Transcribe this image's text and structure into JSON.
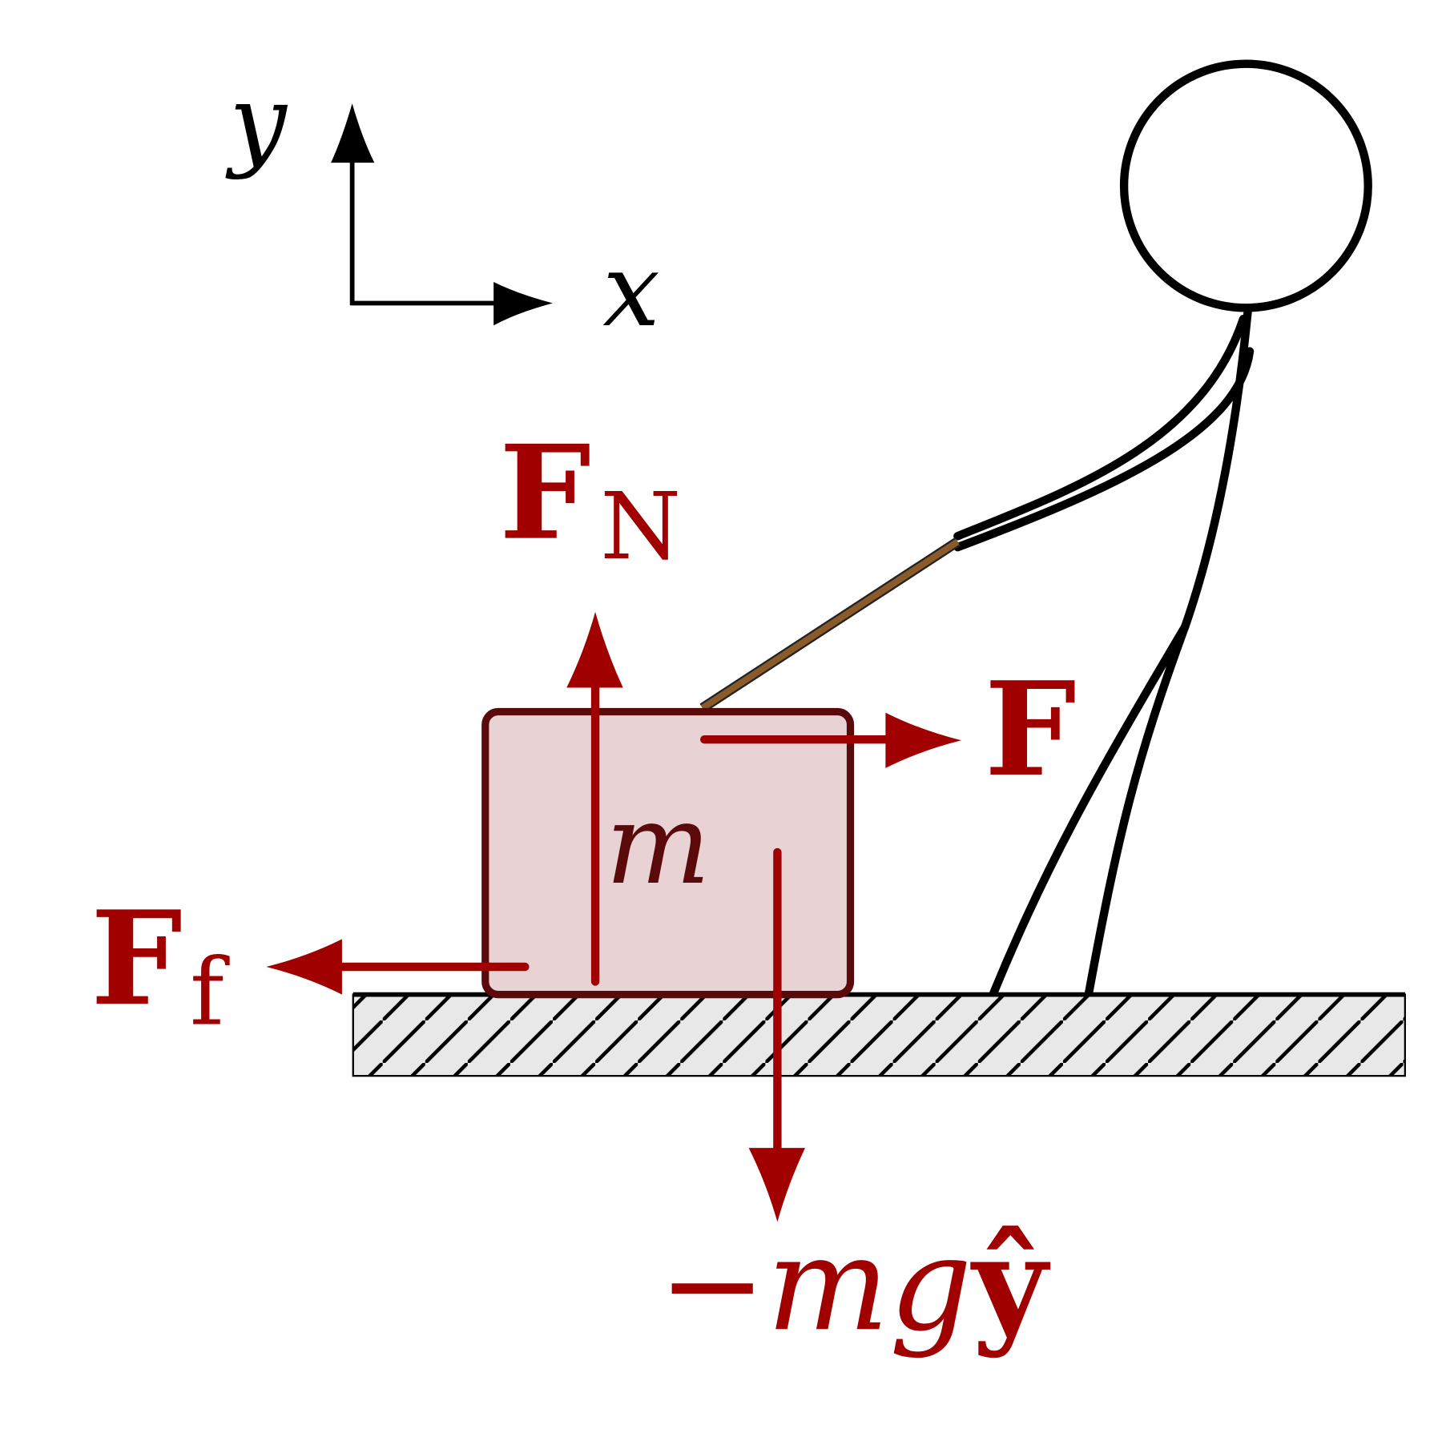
{
  "diagram": {
    "axes": {
      "x_label": "x",
      "y_label": "y"
    },
    "block_label": "m",
    "forces": {
      "normal": {
        "main": "F",
        "sub": "N"
      },
      "applied": {
        "main": "F"
      },
      "friction": {
        "main": "F",
        "sub": "f"
      },
      "gravity": {
        "minus": "−",
        "text": "mg",
        "unit": "ŷ"
      }
    },
    "colors": {
      "force": "#a00000",
      "block_fill": "#e8d2d3",
      "block_stroke": "#5a0a0a",
      "rope": "#8b5a2b",
      "ground_fill": "#e8e8e8",
      "ink": "#000000"
    }
  }
}
